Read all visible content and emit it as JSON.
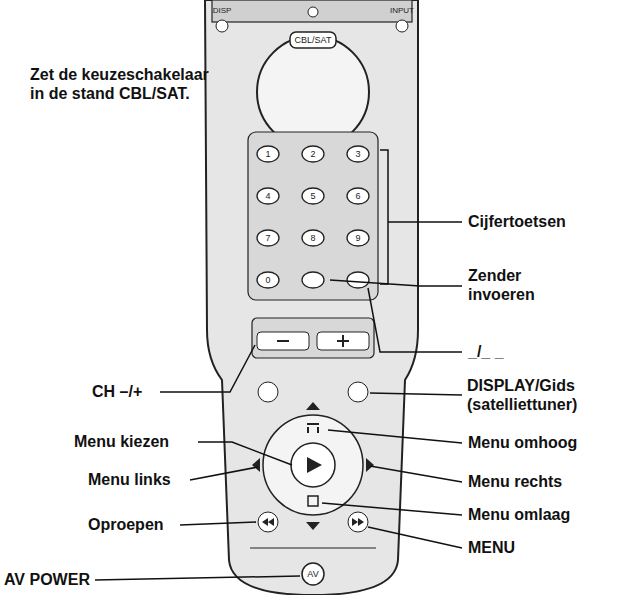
{
  "diagram": {
    "labels": [
      "Zet de keuzeschakelaar in de stand CBL/SAT.",
      "Cijfertoetsen",
      "Zender invoeren",
      "_/_ _",
      "CH –/+",
      "DISPLAY/Gids (satelliettuner)",
      "Menu kiezen",
      "Menu omhoog",
      "Menu links",
      "Menu rechts",
      "Oproepen",
      "Menu omlaag",
      "MENU",
      "AV POWER",
      "DISP",
      "INPUT",
      "CBL/SAT",
      "1",
      "2",
      "3",
      "4",
      "5",
      "6",
      "7",
      "8",
      "9",
      "0",
      "AV"
    ]
  }
}
